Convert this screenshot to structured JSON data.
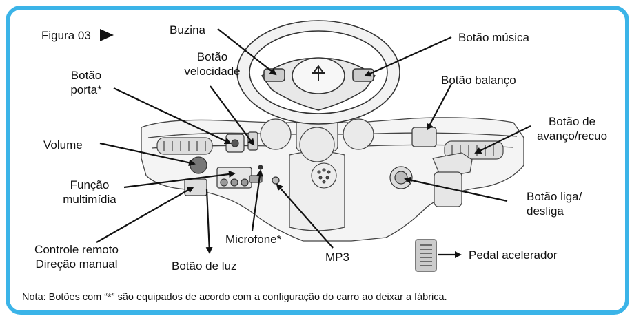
{
  "figure_label": "Figura 03",
  "labels": {
    "buzina": "Buzina",
    "botao_musica": "Botão música",
    "botao_velocidade_1": "Botão",
    "botao_velocidade_2": "velocidade",
    "botao_porta_1": "Botão",
    "botao_porta_2": "porta*",
    "botao_balanco": "Botão balanço",
    "botao_avanco_1": "Botão de",
    "botao_avanco_2": "avanço/recuo",
    "volume": "Volume",
    "funcao_multimidia_1": "Função",
    "funcao_multimidia_2": "multimídia",
    "botao_liga_1": "Botão liga/",
    "botao_liga_2": "desliga",
    "controle_remoto_1": "Controle remoto",
    "controle_remoto_2": "Direção manual",
    "microfone": "Microfone*",
    "mp3": "MP3",
    "botao_luz": "Botão de luz",
    "pedal_acelerador": "Pedal acelerador"
  },
  "note": "Nota: Botões com “*” são equipados de acordo com a configuração do carro ao deixar a fábrica.",
  "colors": {
    "frame": "#3bb4e8",
    "text": "#111111",
    "line": "#333333"
  }
}
